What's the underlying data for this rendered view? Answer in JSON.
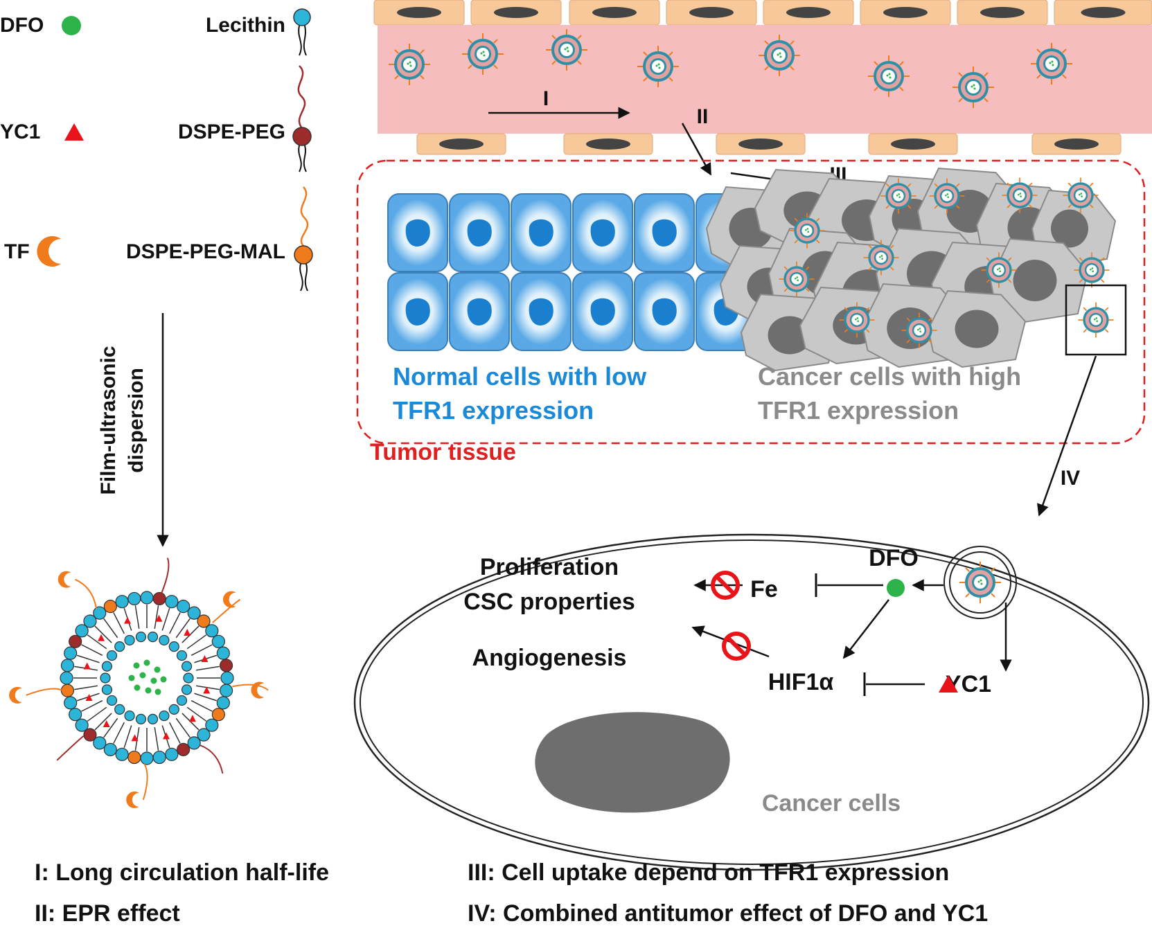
{
  "legend": {
    "dfo": "DFO",
    "yc1": "YC1",
    "tf": "TF",
    "lecithin": "Lecithin",
    "dspe_peg": "DSPE-PEG",
    "dspe_peg_mal": "DSPE-PEG-MAL"
  },
  "process": {
    "line1": "Film-ultrasonic",
    "line2": "dispersion"
  },
  "steps": {
    "i": "I",
    "ii": "II",
    "iii": "III",
    "iv": "IV"
  },
  "tissue": {
    "normal_line1": "Normal cells with low",
    "normal_line2": "TFR1 expression",
    "cancer_line1": "Cancer cells with high",
    "cancer_line2": "TFR1 expression",
    "tumor_label": "Tumor tissue"
  },
  "cell": {
    "proliferation": "Proliferation",
    "csc": "CSC properties",
    "angiogenesis": "Angiogenesis",
    "fe": "Fe",
    "dfo": "DFO",
    "hif": "HIF1α",
    "yc1": "YC1",
    "cancer_cells": "Cancer cells"
  },
  "footer": {
    "i": "I: Long circulation half-life",
    "ii": "II: EPR effect",
    "iii": "III: Cell uptake depend on TFR1 expression",
    "iv": "IV: Combined antitumor effect of DFO and YC1"
  },
  "colors": {
    "dfo_green": "#2db34a",
    "yc1_red": "#e8141a",
    "tf_orange": "#f07b1c",
    "lecithin_blue": "#2cb5d9",
    "peg_maroon": "#9e2b2b",
    "vessel_pink": "#f5bdbd",
    "endothelial_tan": "#f6c89a",
    "normal_cell_blue": "#5aa9e6",
    "normal_text_blue": "#1a8ad8",
    "cancer_text_gray": "#8a8a8a",
    "tumor_red": "#e02020"
  }
}
